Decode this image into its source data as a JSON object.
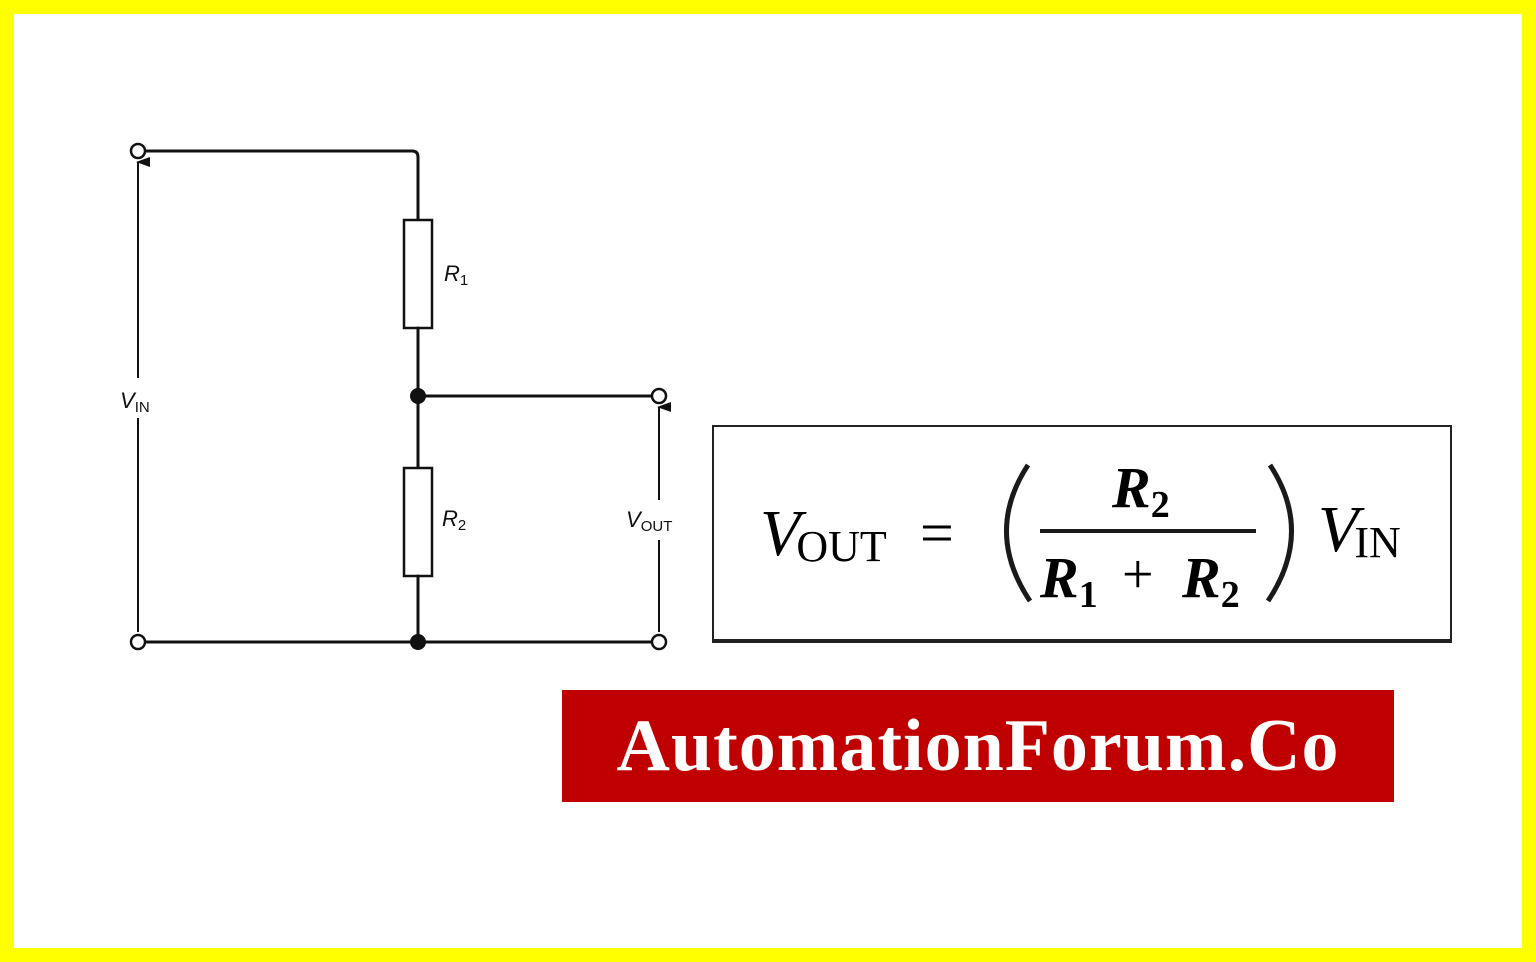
{
  "circuit": {
    "vin_label": "V",
    "vin_sub": "IN",
    "r1_label": "R",
    "r1_sub": "1",
    "r2_label": "R",
    "r2_sub": "2",
    "vout_label": "V",
    "vout_sub": "OUT"
  },
  "formula": {
    "lhs": "V",
    "lhs_sub": "OUT",
    "equals": "=",
    "num": "R",
    "num_sub": "2",
    "den_a": "R",
    "den_a_sub": "1",
    "plus": "+",
    "den_b": "R",
    "den_b_sub": "2",
    "rhs": "V",
    "rhs_sub": "IN"
  },
  "brand": {
    "text": "AutomationForum.Co",
    "background": "#c00000"
  },
  "colors": {
    "border": "#ffff00",
    "background": "#ffffff"
  }
}
